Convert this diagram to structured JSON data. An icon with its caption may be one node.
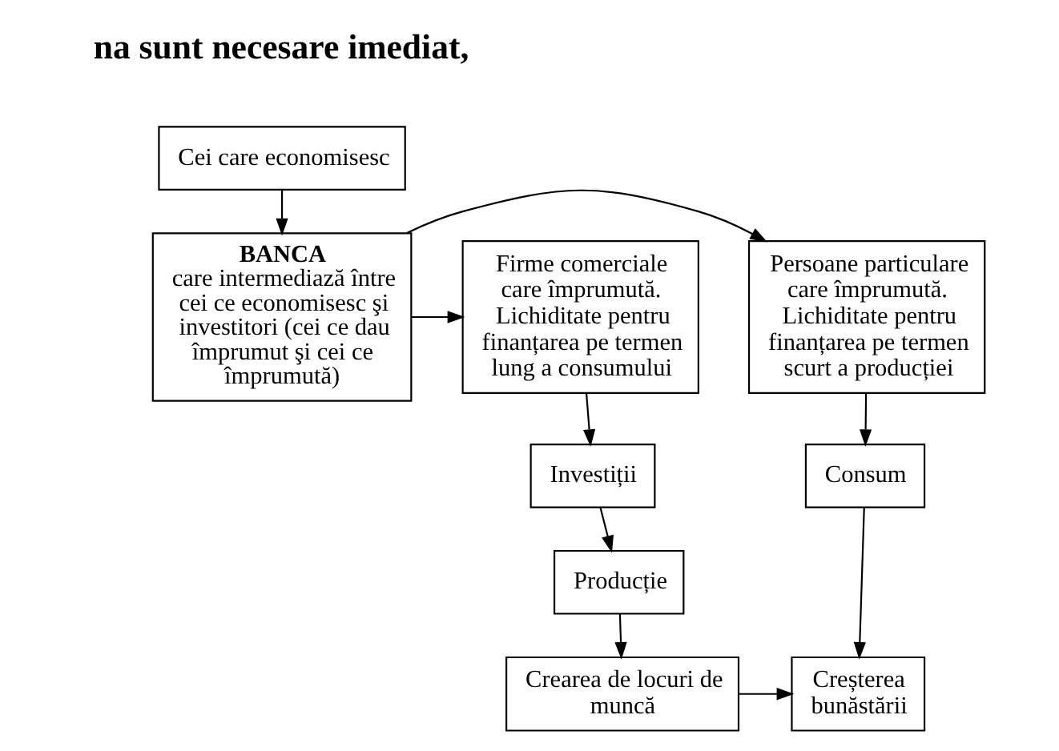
{
  "diagram": {
    "nodes": [
      {
        "text": [
          "Cei care economisesc"
        ]
      },
      {
        "text": [
          "Firme comerciale care împrumută. Lichiditate pentru finanțarea pe termen lung a consumului"
        ]
      },
      {
        "text": [
          "BANCA",
          "care intermediază între cei ce economisesc şi investitori (cei ce dau împrumut şi cei ce împrumută)"
        ]
      },
      {
        "text": [
          "Persoane particulare care împrumută. Lichiditate pentru finanțarea pe termen scurt a producției"
        ]
      },
      {
        "text": [
          "Investiții"
        ]
      },
      {
        "text": [
          "Consum"
        ]
      },
      {
        "text": [
          "Producție"
        ]
      },
      {
        "text": [
          "Crearea de locuri de muncă"
        ]
      },
      {
        "text": [
          "Creșterea bunăstării"
        ]
      }
    ],
    "edges": [
      {
        "from": 0,
        "to": 2,
        "arrow": "to"
      },
      {
        "from": 2,
        "to": 1,
        "arrow": "to"
      },
      {
        "from": 2,
        "to": 3,
        "arrow": "to"
      },
      {
        "from": 1,
        "to": 4,
        "arrow": "to"
      },
      {
        "from": 3,
        "to": 5,
        "arrow": "to"
      },
      {
        "from": 4,
        "to": 6,
        "arrow": "to"
      },
      {
        "from": 6,
        "to": 7,
        "arrow": "to"
      },
      {
        "from": 5,
        "to": 8,
        "arrow": "to"
      },
      {
        "from": 7,
        "to": 8,
        "arrow": "to"
      }
    ],
    "labels": [
      "na sunt necesare imediat,"
    ]
  }
}
